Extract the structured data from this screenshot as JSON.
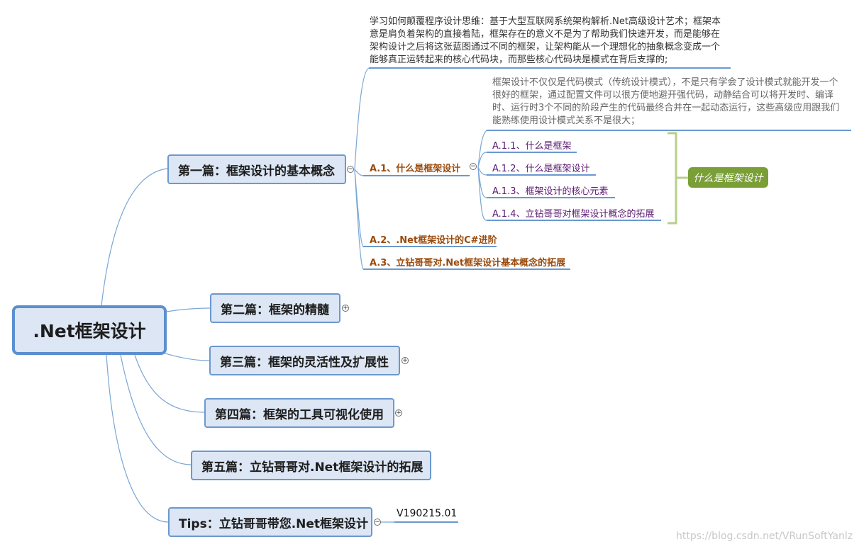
{
  "root": {
    "title": ".Net框架设计"
  },
  "chapters": [
    {
      "label": "第一篇：框架设计的基本概念",
      "toggle": "−"
    },
    {
      "label": "第二篇：框架的精髓",
      "toggle": "+"
    },
    {
      "label": "第三篇：框架的灵活性及扩展性",
      "toggle": "+"
    },
    {
      "label": "第四篇：框架的工具可视化使用",
      "toggle": "+"
    },
    {
      "label": "第五篇：立钻哥哥对.Net框架设计的拓展"
    },
    {
      "label": "Tips：立钻哥哥带您.Net框架设计",
      "toggle": "−"
    }
  ],
  "chapter1_note": [
    "学习如何颠覆程序设计思维：基于大型互联网系统架构解析.Net高级设计艺术；框架本",
    "意是肩负着架构的直接着陆，框架存在的意义不是为了帮助我们快速开发，而是能够在",
    "架构设计之后将这张蓝图通过不同的框架，让架构能从一个理想化的抽象概念变成一个",
    "能够真正运转起来的核心代码块，而那些核心代码块是模式在背后支撑的;"
  ],
  "sections": [
    {
      "label": "A.1、什么是框架设计",
      "toggle": "−"
    },
    {
      "label": "A.2、.Net框架设计的C#进阶"
    },
    {
      "label": "A.3、立钻哥哥对.Net框架设计基本概念的拓展"
    }
  ],
  "a1_note": [
    "框架设计不仅仅是代码模式（传统设计模式），不是只有学会了设计模式就能开发一个",
    "很好的框架，通过配置文件可以很方便地避开强代码，动静结合可以将开发时、编译",
    "时、运行时3个不同的阶段产生的代码最终合并在一起动态运行，这些高级应用跟我们",
    "能熟练使用设计模式关系不是很大；"
  ],
  "subsections": [
    "A.1.1、什么是框架",
    "A.1.2、什么是框架设计",
    "A.1.3、框架设计的核心元素",
    "A.1.4、立钻哥哥对框架设计概念的拓展"
  ],
  "summary_tag": "什么是框架设计",
  "tips_child": "V190215.01",
  "watermark": "https://blog.csdn.net/VRunSoftYanlz",
  "colors": {
    "node_fill": "#dce6f4",
    "node_border": "#6b98cf",
    "connector": "#7aa7d6",
    "section_text": "#9a4a0c",
    "subsection_text": "#5c1a73",
    "summary_bracket": "#b8cf8a",
    "summary_tag": "#7a9f36"
  }
}
